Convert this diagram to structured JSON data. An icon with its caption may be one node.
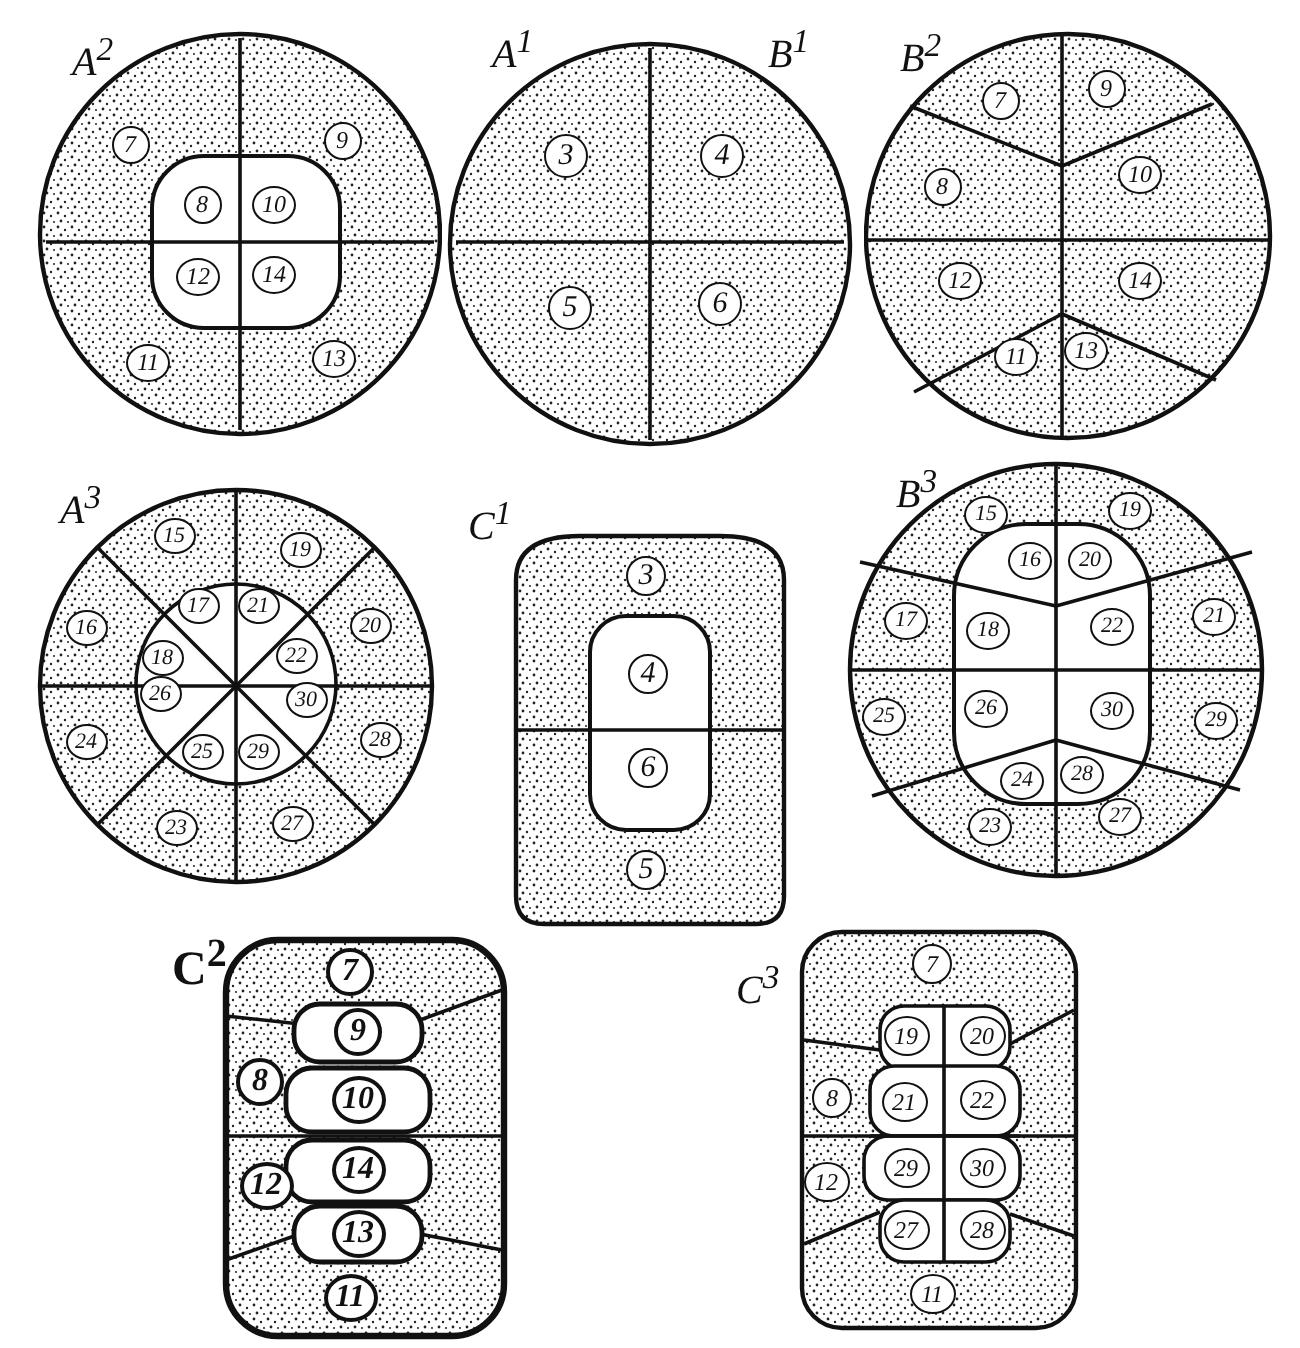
{
  "diagram": {
    "nodes": [
      {
        "text": [
          "A$^{2}$"
        ]
      },
      {
        "text": [
          "7"
        ],
        "in": 0
      },
      {
        "text": [
          "9"
        ],
        "in": 0
      },
      {
        "text": [
          "8"
        ],
        "in": 0
      },
      {
        "text": [
          "10"
        ],
        "in": 0
      },
      {
        "text": [
          "12"
        ],
        "in": 0
      },
      {
        "text": [
          "14"
        ],
        "in": 0
      },
      {
        "text": [
          "11"
        ],
        "in": 0
      },
      {
        "text": [
          "13"
        ],
        "in": 0
      },
      {
        "text": [
          "A$^{1}$",
          "B$^{1}$"
        ]
      },
      {
        "text": [
          "3"
        ],
        "in": 9
      },
      {
        "text": [
          "4"
        ],
        "in": 9
      },
      {
        "text": [
          "5"
        ],
        "in": 9
      },
      {
        "text": [
          "6"
        ],
        "in": 9
      },
      {
        "text": [
          "B$^{2}$"
        ]
      },
      {
        "text": [
          "7"
        ],
        "in": 14
      },
      {
        "text": [
          "9"
        ],
        "in": 14
      },
      {
        "text": [
          "8"
        ],
        "in": 14
      },
      {
        "text": [
          "10"
        ],
        "in": 14
      },
      {
        "text": [
          "12"
        ],
        "in": 14
      },
      {
        "text": [
          "14"
        ],
        "in": 14
      },
      {
        "text": [
          "11"
        ],
        "in": 14
      },
      {
        "text": [
          "13"
        ],
        "in": 14
      },
      {
        "text": [
          "A$^{3}$"
        ]
      },
      {
        "text": [
          "15"
        ],
        "in": 23
      },
      {
        "text": [
          "19"
        ],
        "in": 23
      },
      {
        "text": [
          "16"
        ],
        "in": 23
      },
      {
        "text": [
          "17"
        ],
        "in": 23
      },
      {
        "text": [
          "21"
        ],
        "in": 23
      },
      {
        "text": [
          "20"
        ],
        "in": 23
      },
      {
        "text": [
          "18"
        ],
        "in": 23
      },
      {
        "text": [
          "22"
        ],
        "in": 23
      },
      {
        "text": [
          "26"
        ],
        "in": 23
      },
      {
        "text": [
          "30"
        ],
        "in": 23
      },
      {
        "text": [
          "24"
        ],
        "in": 23
      },
      {
        "text": [
          "28"
        ],
        "in": 23
      },
      {
        "text": [
          "25"
        ],
        "in": 23
      },
      {
        "text": [
          "29"
        ],
        "in": 23
      },
      {
        "text": [
          "23"
        ],
        "in": 23
      },
      {
        "text": [
          "27"
        ],
        "in": 23
      },
      {
        "text": [
          "C$^{1}$"
        ]
      },
      {
        "text": [
          "3"
        ],
        "in": 40
      },
      {
        "text": [
          "4"
        ],
        "in": 40
      },
      {
        "text": [
          "6"
        ],
        "in": 40
      },
      {
        "text": [
          "5"
        ],
        "in": 40
      },
      {
        "text": [
          "B$^{3}$"
        ]
      },
      {
        "text": [
          "15"
        ],
        "in": 45
      },
      {
        "text": [
          "19"
        ],
        "in": 45
      },
      {
        "text": [
          "16"
        ],
        "in": 45
      },
      {
        "text": [
          "20"
        ],
        "in": 45
      },
      {
        "text": [
          "17"
        ],
        "in": 45
      },
      {
        "text": [
          "18"
        ],
        "in": 45
      },
      {
        "text": [
          "22"
        ],
        "in": 45
      },
      {
        "text": [
          "21"
        ],
        "in": 45
      },
      {
        "text": [
          "25"
        ],
        "in": 45
      },
      {
        "text": [
          "26"
        ],
        "in": 45
      },
      {
        "text": [
          "30"
        ],
        "in": 45
      },
      {
        "text": [
          "29"
        ],
        "in": 45
      },
      {
        "text": [
          "24"
        ],
        "in": 45
      },
      {
        "text": [
          "28"
        ],
        "in": 45
      },
      {
        "text": [
          "23"
        ],
        "in": 45
      },
      {
        "text": [
          "27"
        ],
        "in": 45
      },
      {
        "text": [
          "C$^{2}$"
        ]
      },
      {
        "text": [
          "7"
        ],
        "in": 62
      },
      {
        "text": [
          "9"
        ],
        "in": 62
      },
      {
        "text": [
          "8"
        ],
        "in": 62
      },
      {
        "text": [
          "10"
        ],
        "in": 62
      },
      {
        "text": [
          "14"
        ],
        "in": 62
      },
      {
        "text": [
          "12"
        ],
        "in": 62
      },
      {
        "text": [
          "13"
        ],
        "in": 62
      },
      {
        "text": [
          "11"
        ],
        "in": 62
      },
      {
        "text": [
          "C$^{3}$"
        ]
      },
      {
        "text": [
          "7"
        ],
        "in": 71
      },
      {
        "text": [
          "19"
        ],
        "in": 71
      },
      {
        "text": [
          "20"
        ],
        "in": 71
      },
      {
        "text": [
          "8"
        ],
        "in": 71
      },
      {
        "text": [
          "21"
        ],
        "in": 71
      },
      {
        "text": [
          "22"
        ],
        "in": 71
      },
      {
        "text": [
          "12"
        ],
        "in": 71
      },
      {
        "text": [
          "29"
        ],
        "in": 71
      },
      {
        "text": [
          "30"
        ],
        "in": 71
      },
      {
        "text": [
          "27"
        ],
        "in": 71
      },
      {
        "text": [
          "28"
        ],
        "in": 71
      },
      {
        "text": [
          "11"
        ],
        "in": 71
      }
    ]
  }
}
